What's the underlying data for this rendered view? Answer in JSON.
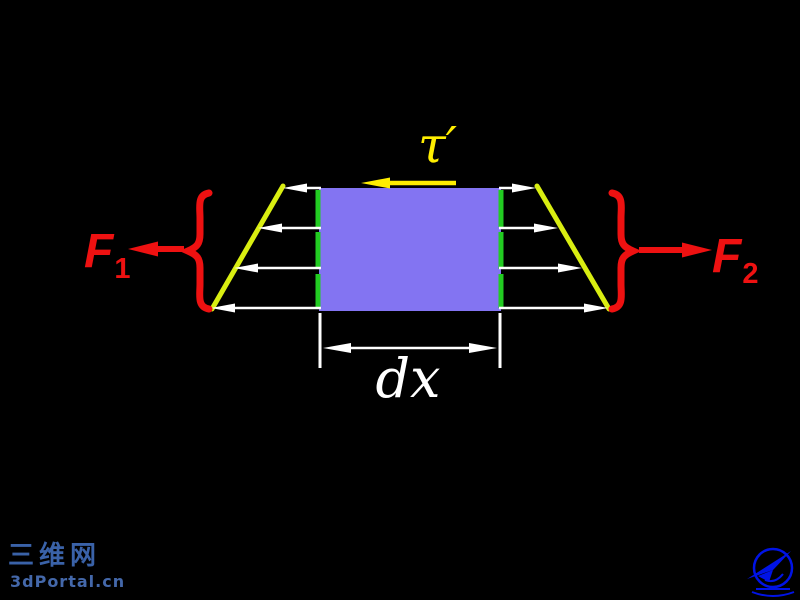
{
  "colors": {
    "background": "#000000",
    "element_fill": "#8374f2",
    "edge_dash": "#22cc22",
    "stress_line": "#d9ee11",
    "shear_label": "#ffee00",
    "force": "#ee1111",
    "arrow": "#ffffff",
    "watermark": "#3a62a8",
    "watermark_sub": "#4468aa",
    "logo": "#0013e6"
  },
  "diagram": {
    "shear_stress_label": "τ′",
    "force_left": {
      "symbol": "F",
      "subscript": "1"
    },
    "force_right": {
      "symbol": "F",
      "subscript": "2"
    },
    "width_dimension": "dx"
  },
  "watermark": {
    "site_name": "三维网",
    "site_url": "3dPortal.cn"
  }
}
